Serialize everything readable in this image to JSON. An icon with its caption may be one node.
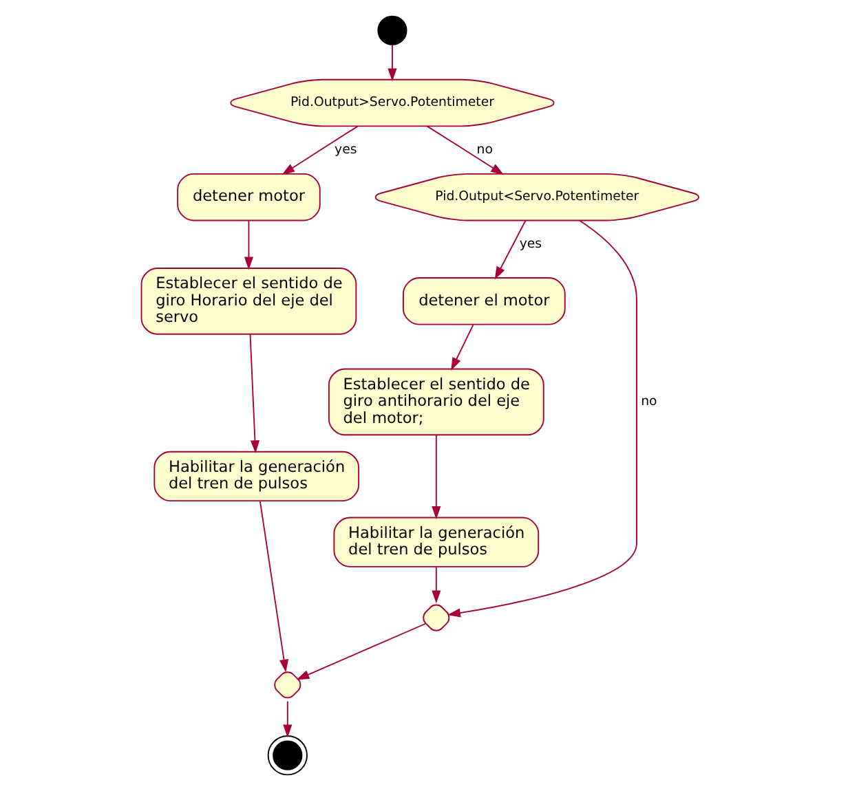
{
  "diagram": {
    "nodes": [
      {
        "text": [],
        "shape": "circle"
      },
      {
        "text": [
          "Pid.Output>Servo.Potentimeter"
        ]
      },
      {
        "text": [
          "detener motor"
        ]
      },
      {
        "text": [
          "Establecer el sentido de giro Horario del eje del servo"
        ]
      },
      {
        "text": [
          "Habilitar la generación del tren de pulsos"
        ]
      },
      {
        "text": [
          "Pid.Output<Servo.Potentimeter"
        ]
      },
      {
        "text": [
          "detener el motor"
        ]
      },
      {
        "text": [
          "Establecer el sentido de giro antihorario del eje del motor;"
        ]
      },
      {
        "text": [
          "Habilitar la generación del tren de pulsos"
        ]
      },
      {
        "text": [],
        "shape": "diamond"
      },
      {
        "text": [],
        "shape": "diamond"
      },
      {
        "text": [],
        "shape": "circle"
      }
    ],
    "edges": [
      {
        "from": 0,
        "to": 1,
        "arrow": "to"
      },
      {
        "from": 1,
        "to": 2,
        "label": "yes",
        "arrow": "to"
      },
      {
        "from": 1,
        "to": 5,
        "label": "no",
        "arrow": "to"
      },
      {
        "from": 2,
        "to": 3,
        "arrow": "to"
      },
      {
        "from": 3,
        "to": 4,
        "arrow": "to"
      },
      {
        "from": 5,
        "to": 6,
        "label": "yes",
        "arrow": "to"
      },
      {
        "from": 5,
        "to": 9,
        "label": "no",
        "arrow": "to"
      },
      {
        "from": 6,
        "to": 7,
        "arrow": "to"
      },
      {
        "from": 7,
        "to": 8,
        "arrow": "to"
      },
      {
        "from": 8,
        "to": 9,
        "arrow": "to"
      },
      {
        "from": 4,
        "to": 10,
        "arrow": "to"
      },
      {
        "from": 9,
        "to": 10,
        "arrow": "to"
      },
      {
        "from": 10,
        "to": 11,
        "arrow": "to"
      }
    ]
  }
}
